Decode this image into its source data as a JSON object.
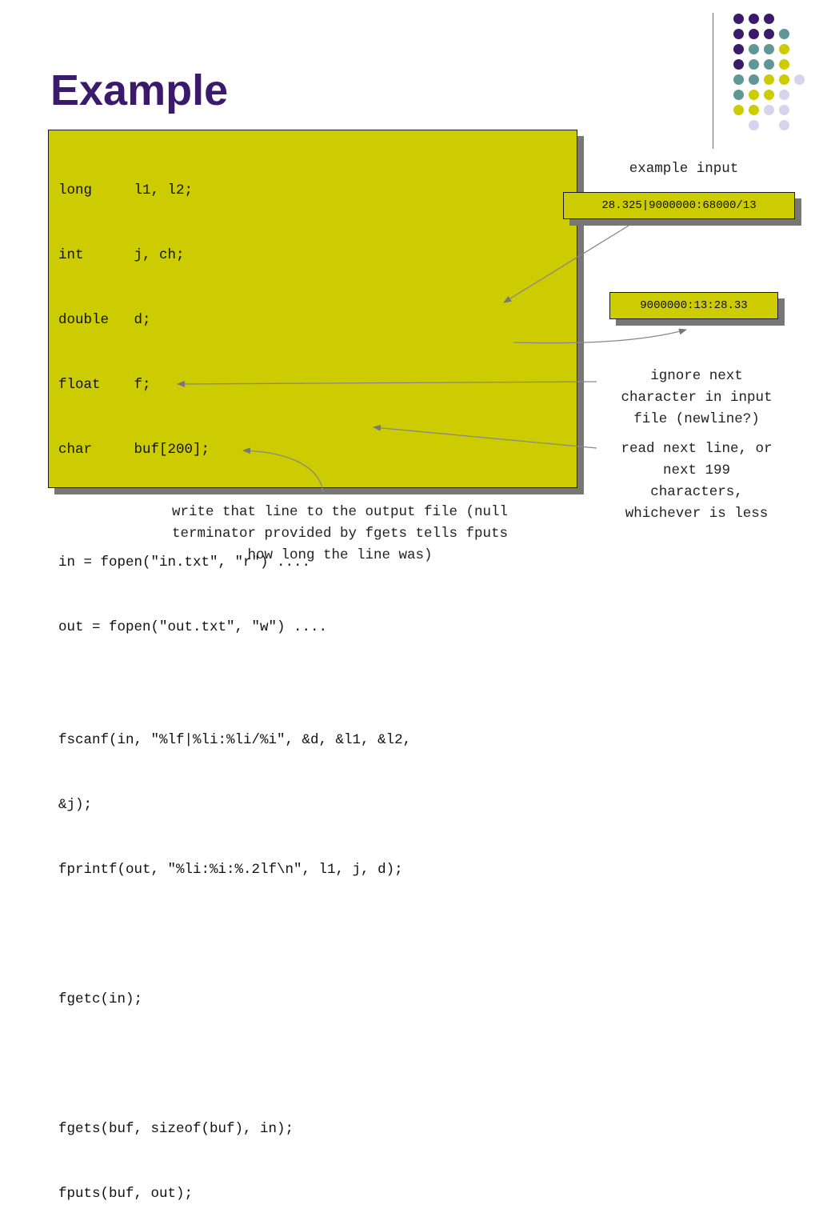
{
  "slide": {
    "title": "Example"
  },
  "code": {
    "declarations": [
      {
        "type": "long",
        "vars": "l1, l2;"
      },
      {
        "type": "int",
        "vars": "j, ch;"
      },
      {
        "type": "double",
        "vars": "d;"
      },
      {
        "type": "float",
        "vars": "f;"
      },
      {
        "type": "char",
        "vars": "buf[200];"
      }
    ],
    "open_in": "in = fopen(\"in.txt\", \"r\") ....",
    "open_out": "out = fopen(\"out.txt\", \"w\") ....",
    "fscanf_line1": "fscanf(in, \"%lf|%li:%li/%i\", &d, &l1, &l2,",
    "fscanf_line2": "&j);",
    "fprintf_line": "fprintf(out, \"%li:%i:%.2lf\\n\", l1, j, d);",
    "fgetc_line": "fgetc(in);",
    "fgets_line": "fgets(buf, sizeof(buf), in);",
    "fputs_line": "fputs(buf, out);"
  },
  "annotations": {
    "example_input_label": "example input",
    "input_box": "28.325|9000000:68000/13",
    "output_box": "9000000:13:28.33",
    "ignore_note": [
      "ignore next",
      "character in input",
      "file (newline?)"
    ],
    "read_note": [
      "read next line, or",
      "next 199",
      "characters,",
      "whichever is less"
    ],
    "write_note": [
      "write that line to the output file (null",
      "terminator provided by fgets tells fputs",
      "how long the line was)"
    ]
  },
  "theme": {
    "title_color": "#3b1a6b",
    "code_bg": "#cccc00",
    "shadow": "#777777",
    "dot_colors": {
      "purple": "#3b1a6b",
      "teal": "#5f9696",
      "olive": "#cccc00",
      "lavender": "#d4d4ec"
    }
  }
}
